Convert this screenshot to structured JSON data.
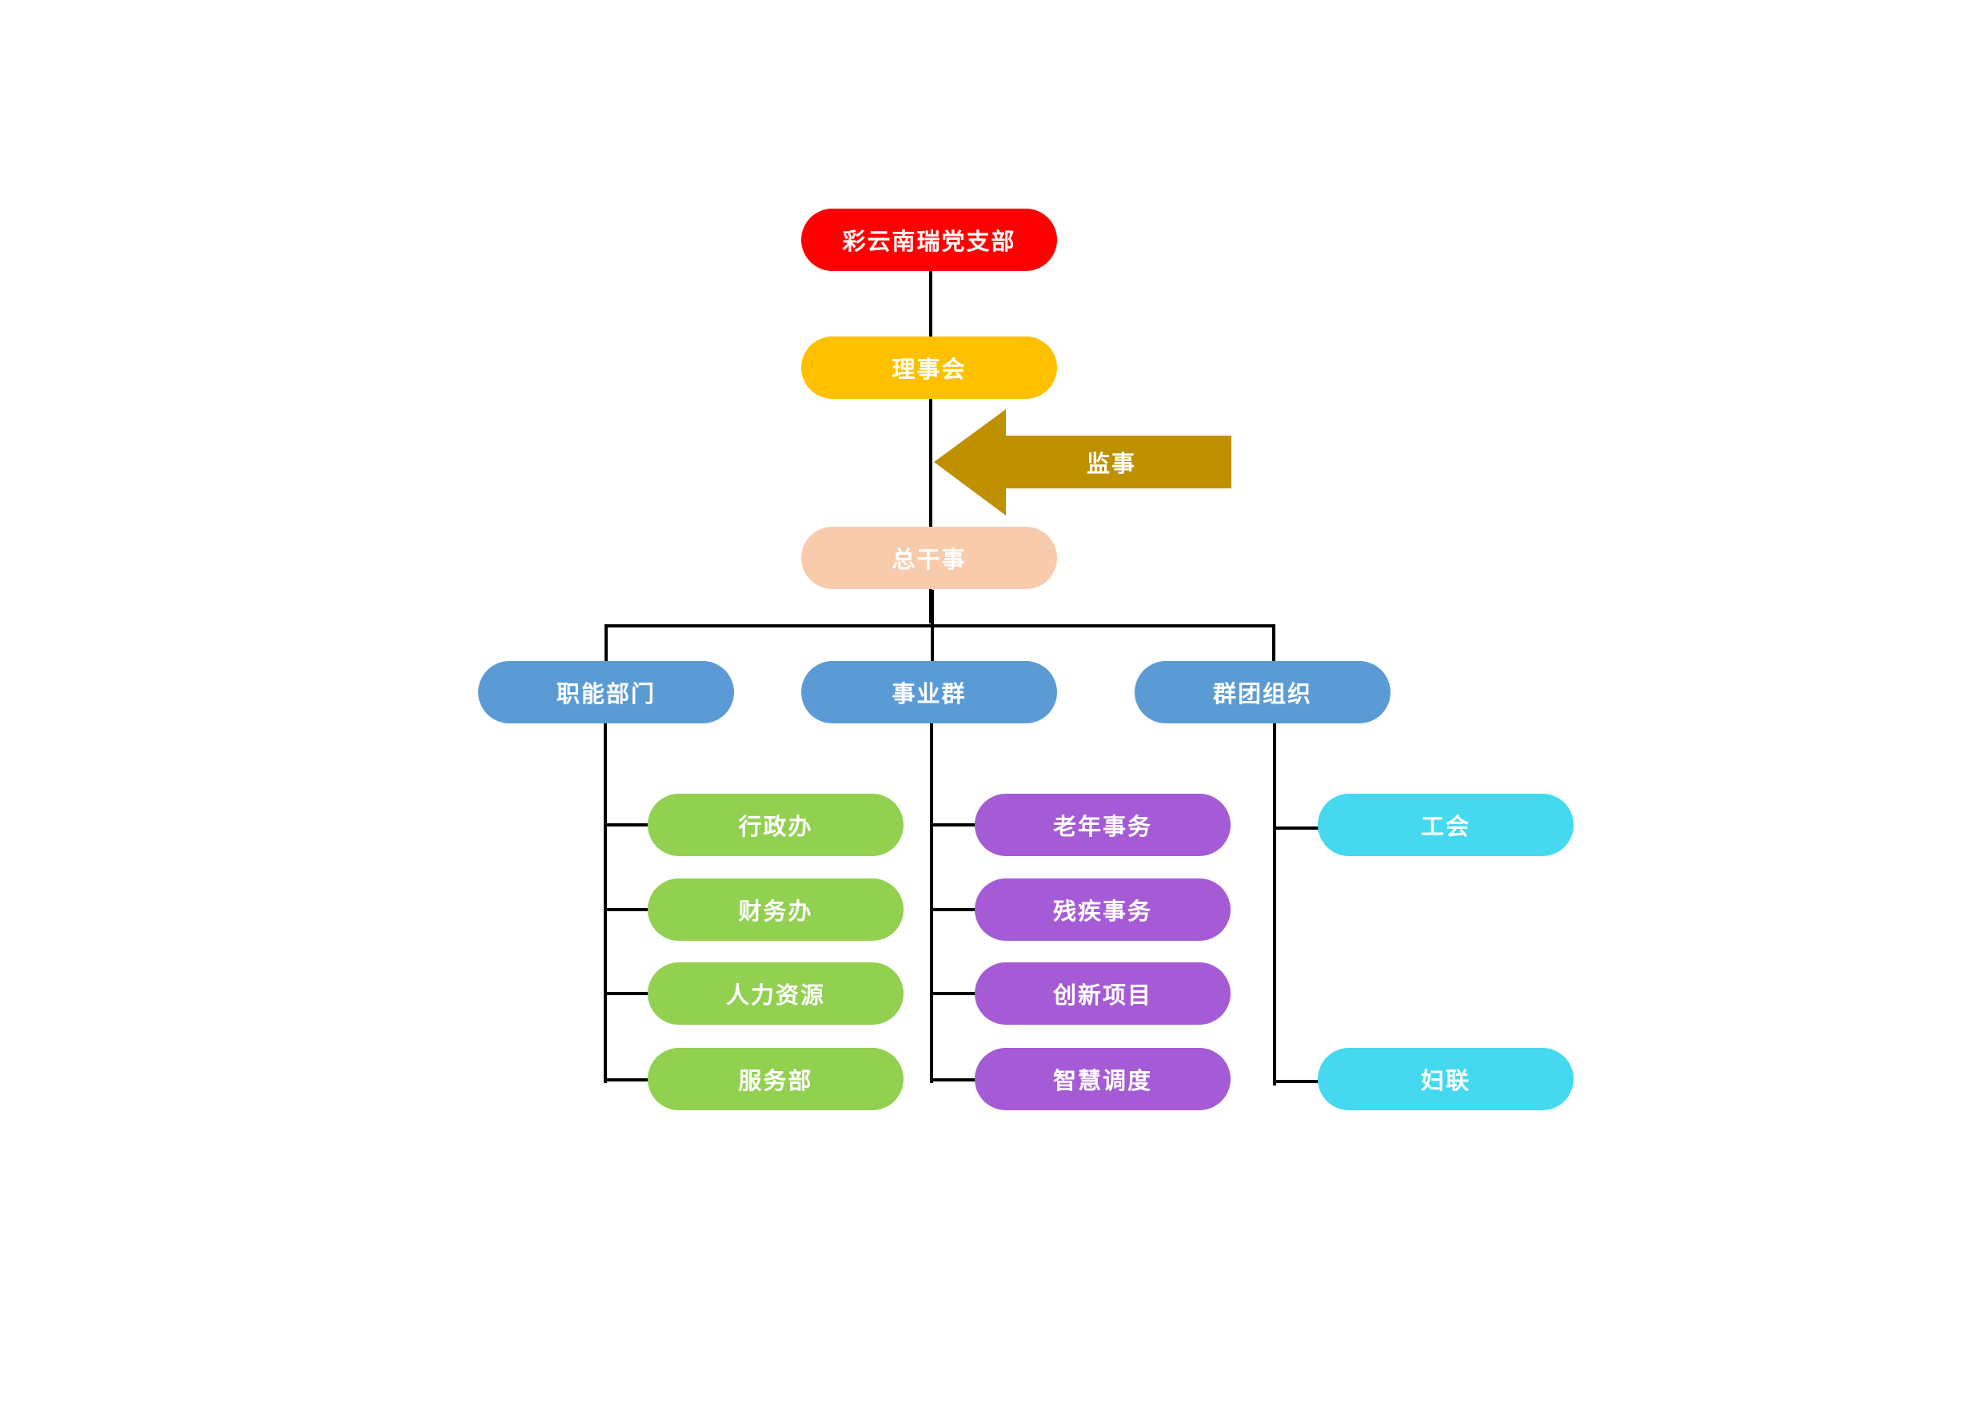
{
  "colors": {
    "root": "#ff0000",
    "board": "#ffc000",
    "supervisor": "#bf9000",
    "secretary": "#f8cbad",
    "level2": "#5b9bd5",
    "functional": "#92d050",
    "business": "#a55bd5",
    "group_org": "#44d9ee",
    "line": "#000000"
  },
  "root": {
    "label": "彩云南瑞党支部"
  },
  "board": {
    "label": "理事会"
  },
  "supervisor": {
    "label": "监事"
  },
  "secretary": {
    "label": "总干事"
  },
  "branches": [
    {
      "label": "职能部门",
      "children": [
        "行政办",
        "财务办",
        "人力资源",
        "服务部"
      ]
    },
    {
      "label": "事业群",
      "children": [
        "老年事务",
        "残疾事务",
        "创新项目",
        "智慧调度"
      ]
    },
    {
      "label": "群团组织",
      "children": [
        "工会",
        "妇联"
      ]
    }
  ]
}
